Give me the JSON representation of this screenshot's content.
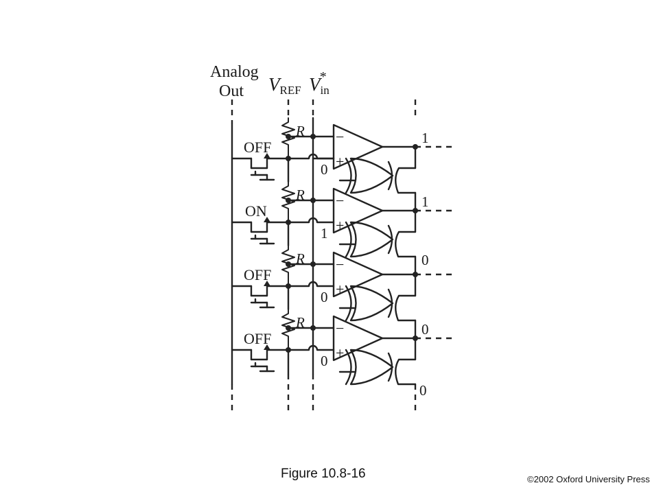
{
  "labels": {
    "analog_out_line1": "Analog",
    "analog_out_line2": "Out",
    "vref_main": "V",
    "vref_sub": "REF",
    "vin_main": "V",
    "vin_sub": "in",
    "vin_sup": "*",
    "resistor": "R",
    "minus": "−",
    "plus": "+"
  },
  "stages": [
    {
      "switch_state": "OFF",
      "comparator_out": "1",
      "xor_input": "0"
    },
    {
      "switch_state": "ON",
      "comparator_out": "1",
      "xor_input": "1"
    },
    {
      "switch_state": "OFF",
      "comparator_out": "0",
      "xor_input": "0"
    },
    {
      "switch_state": "OFF",
      "comparator_out": "0",
      "xor_input": "0"
    }
  ],
  "bottom_bit": "0",
  "caption": "Figure 10.8-16",
  "copyright": "©2002 Oxford University Press"
}
